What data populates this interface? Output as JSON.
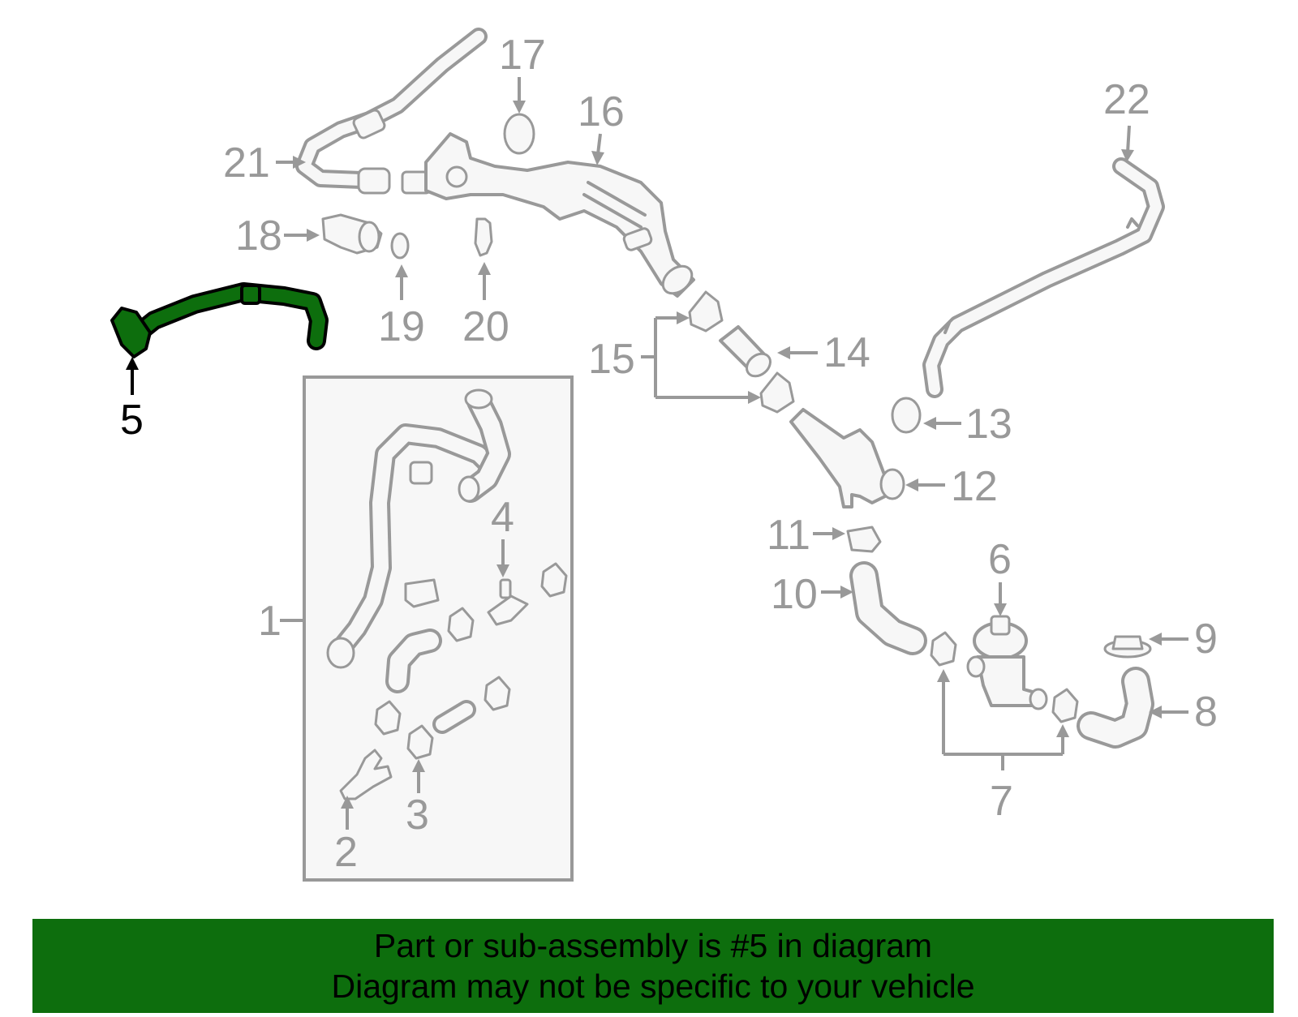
{
  "diagram": {
    "highlighted_part": "5",
    "callouts": [
      "1",
      "2",
      "3",
      "4",
      "5",
      "6",
      "7",
      "8",
      "9",
      "10",
      "11",
      "12",
      "13",
      "14",
      "15",
      "16",
      "17",
      "18",
      "19",
      "20",
      "21",
      "22"
    ]
  },
  "banner": {
    "line1": "Part or sub-assembly is #5 in diagram",
    "line2": "Diagram may not be specific to your vehicle"
  },
  "colors": {
    "highlight": "#0d6e0d",
    "part_outline": "#999999",
    "part_fill": "#f7f7f7",
    "banner_bg": "#0d6e0d"
  }
}
